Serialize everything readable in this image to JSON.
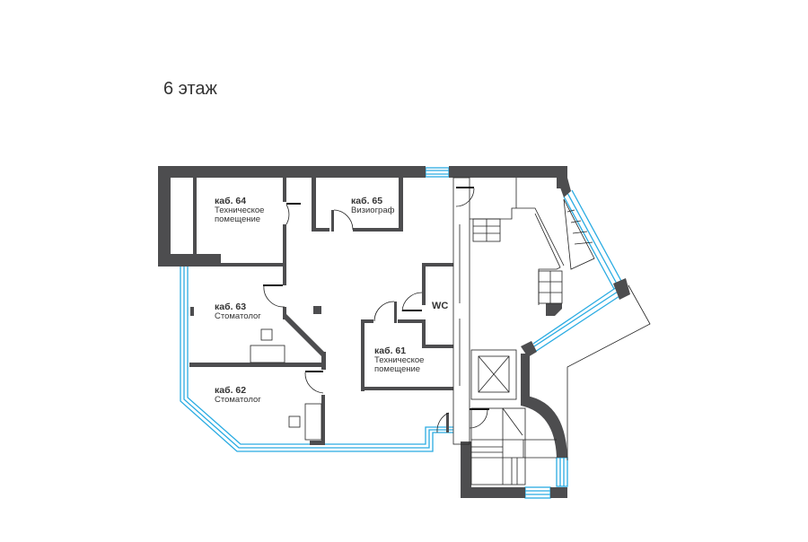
{
  "floor_title": "6 этаж",
  "rooms": [
    {
      "number": "каб. 64",
      "name_line1": "Техническое",
      "name_line2": "помещение"
    },
    {
      "number": "каб. 65",
      "name_line1": "Визиограф"
    },
    {
      "number": "каб. 63",
      "name_line1": "Стоматолог"
    },
    {
      "number": "каб. 62",
      "name_line1": "Стоматолог"
    },
    {
      "number": "каб. 61",
      "name_line1": "Техническое",
      "name_line2": "помещение"
    },
    {
      "number": "WC"
    }
  ],
  "colors": {
    "wall": "#4d4d4f",
    "window": "#29abe2",
    "line": "#222222"
  }
}
